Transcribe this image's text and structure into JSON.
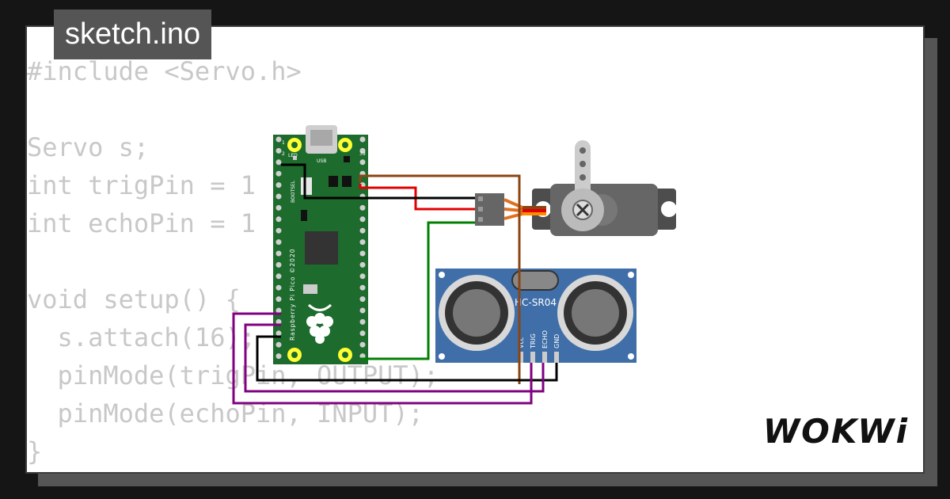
{
  "tab": {
    "filename": "sketch.ino"
  },
  "code": {
    "lines": [
      "#include <Servo.h>",
      "",
      "Servo s;",
      "int trigPin = 1",
      "int echoPin = 1",
      "",
      "void setup() {",
      "  s.attach(16);",
      "  pinMode(trigPin, OUTPUT);",
      "  pinMode(echoPin, INPUT);",
      "}"
    ]
  },
  "board": {
    "name": "Raspberry Pi Pico ©2020",
    "led_label": "LED",
    "usb_label": "USB",
    "bootsel_label": "BOOTSEL",
    "pin_left_top": "1",
    "pin_left_2": "2",
    "pin_right_top": "39"
  },
  "sensor": {
    "name": "HC-SR04",
    "pins": [
      "Vcc",
      "TRIG",
      "ECHO",
      "GND"
    ]
  },
  "logo": {
    "text": "WOKWi"
  },
  "colors": {
    "board": "#1e6b2e",
    "sensor": "#3f6ea8",
    "servo_body": "#5a5a5a",
    "wire_brown": "#8b4513",
    "wire_red": "#e00000",
    "wire_black": "#000000",
    "wire_green": "#008000",
    "wire_purple": "#800080",
    "code_text": "#c8c8c8"
  }
}
